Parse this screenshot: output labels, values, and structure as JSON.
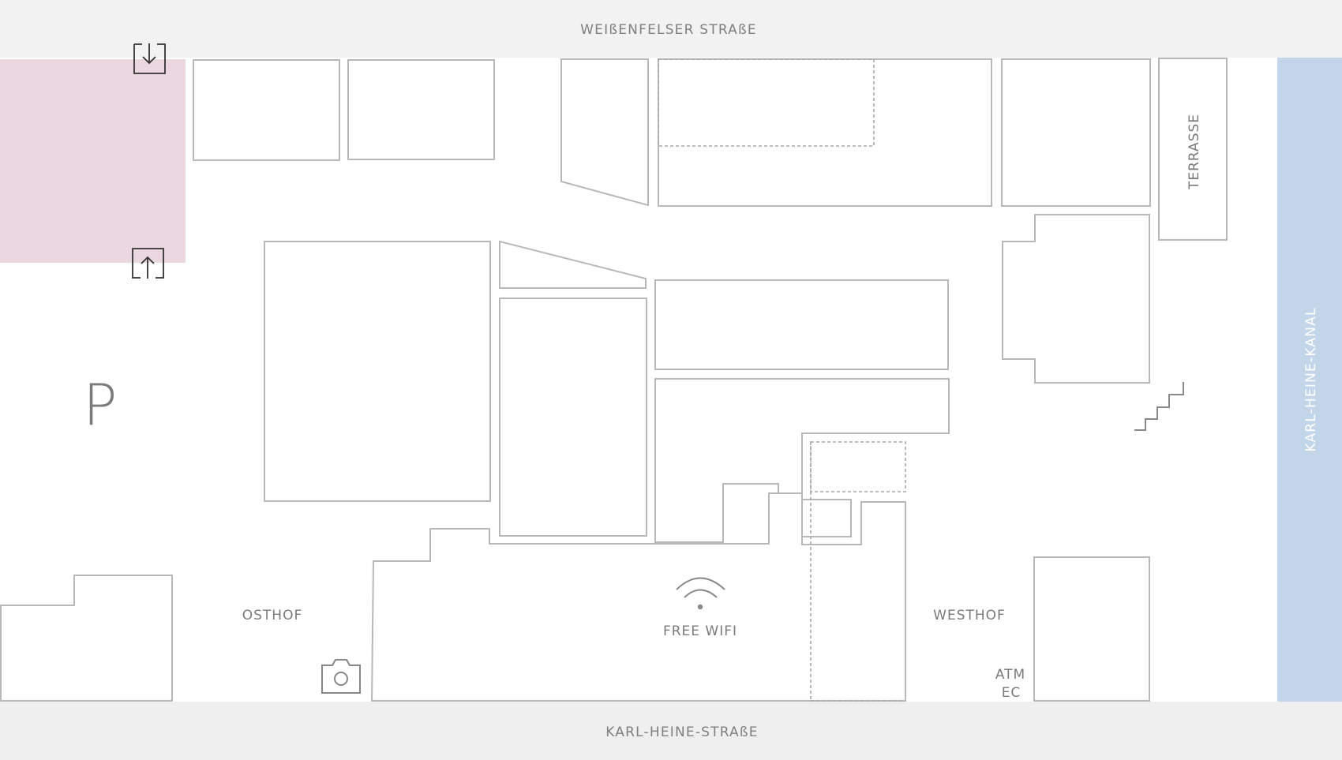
{
  "streets": {
    "north": "WEIßENFELSER STRAßE",
    "south": "KARL-HEINE-STRAßE",
    "east": "KARL-HEINE-KANAL"
  },
  "areas": {
    "terrace": "TERRASSE",
    "east_courtyard": "OSTHOF",
    "west_courtyard": "WESTHOF",
    "parking_symbol": "P",
    "wifi": "FREE WIFI",
    "atm_line1": "ATM",
    "atm_line2": "EC"
  },
  "icons": {
    "entrance": "arrow-down-into-box-icon",
    "exit": "arrow-up-out-of-box-icon",
    "wifi": "wifi-icon",
    "camera": "camera-icon",
    "stairs": "stairs-icon"
  },
  "colors": {
    "street_band": "#f2f2f2",
    "parking_area": "#ead7df",
    "canal": "#c3d6e9",
    "building_outline": "#b8b8b8"
  }
}
